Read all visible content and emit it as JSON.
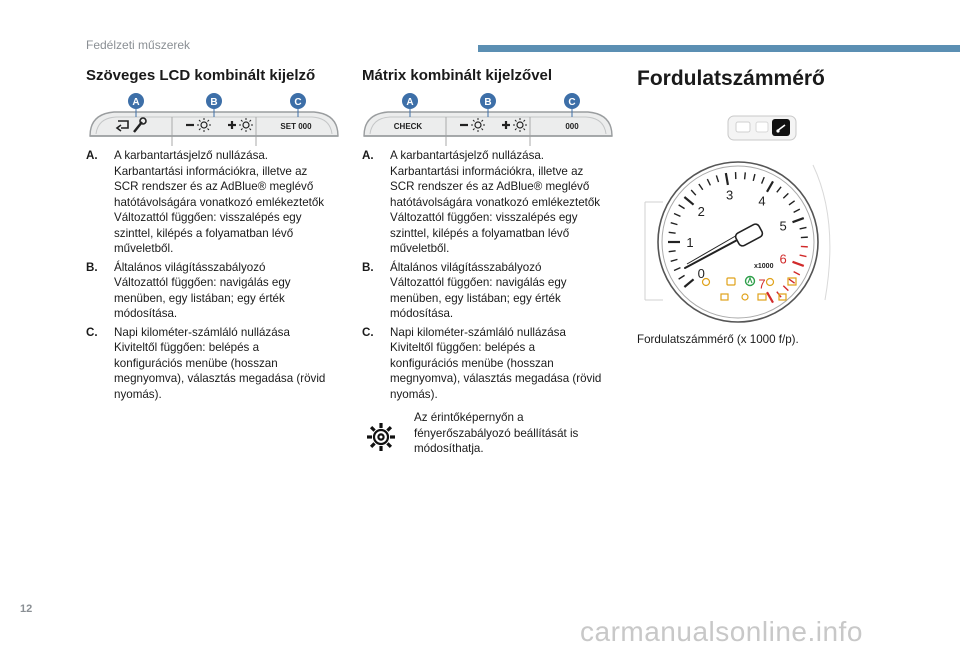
{
  "header": {
    "section": "Fedélzeti műszerek"
  },
  "page_number": "12",
  "watermark": "carmanualsonline.info",
  "col1": {
    "title": "Szöveges LCD kombinált kijelző",
    "callouts": [
      "A",
      "B",
      "C"
    ],
    "panel_text": {
      "c": "SET 000"
    },
    "items": [
      {
        "letter": "A.",
        "lines": [
          "A karbantartásjelző nullázása.",
          "Karbantartási információkra, illetve az",
          "SCR rendszer és az AdBlue® meglévő",
          "hatótávolságára vonatkozó emlékeztetők",
          "Változattól függően: visszalépés egy",
          "szinttel, kilépés a folyamatban lévő",
          "műveletből."
        ]
      },
      {
        "letter": "B.",
        "lines": [
          "Általános világításszabályozó",
          "Változattól függően: navigálás egy",
          "menüben, egy listában; egy érték",
          "módosítása."
        ]
      },
      {
        "letter": "C.",
        "lines": [
          "Napi kilométer-számláló nullázása",
          "Kiviteltől függően: belépés a",
          "konfigurációs menübe (hosszan",
          "megnyomva), választás megadása (rövid",
          "nyomás)."
        ]
      }
    ]
  },
  "col2": {
    "title": "Mátrix kombinált kijelzővel",
    "callouts": [
      "A",
      "B",
      "C"
    ],
    "panel_text": {
      "a": "CHECK",
      "c": "000"
    },
    "items": [
      {
        "letter": "A.",
        "lines": [
          "A karbantartásjelző nullázása.",
          "Karbantartási információkra, illetve az",
          "SCR rendszer és az AdBlue® meglévő",
          "hatótávolságára vonatkozó emlékeztetők",
          "Változattól függően: visszalépés egy",
          "szinttel, kilépés a folyamatban lévő",
          "műveletből."
        ]
      },
      {
        "letter": "B.",
        "lines": [
          "Általános világításszabályozó",
          "Változattól függően: navigálás egy",
          "menüben, egy listában; egy érték",
          "módosítása."
        ]
      },
      {
        "letter": "C.",
        "lines": [
          "Napi kilométer-számláló nullázása",
          "Kiviteltől függően: belépés a",
          "konfigurációs menübe (hosszan",
          "megnyomva), választás megadása (rövid",
          "nyomás)."
        ]
      }
    ],
    "note_lines": [
      "Az érintőképernyőn a",
      "fényerőszabályozó beállítását is",
      "módosíthatja."
    ]
  },
  "col3": {
    "title": "Fordulatszámmérő",
    "gauge": {
      "numbers": [
        "0",
        "1",
        "2",
        "3",
        "4",
        "5",
        "6",
        "7"
      ],
      "unit": "x1000"
    },
    "caption": "Fordulatszámmérő (x 1000 f/p)."
  },
  "colors": {
    "accent": "#5b8fb3",
    "callout": "#3d6fa8",
    "redline": "#d12a2a"
  },
  "icons": [
    "wrench-icon",
    "return-arrow-icon",
    "brightness-icon",
    "settings-gear-icon",
    "tachometer-needle-icon"
  ]
}
